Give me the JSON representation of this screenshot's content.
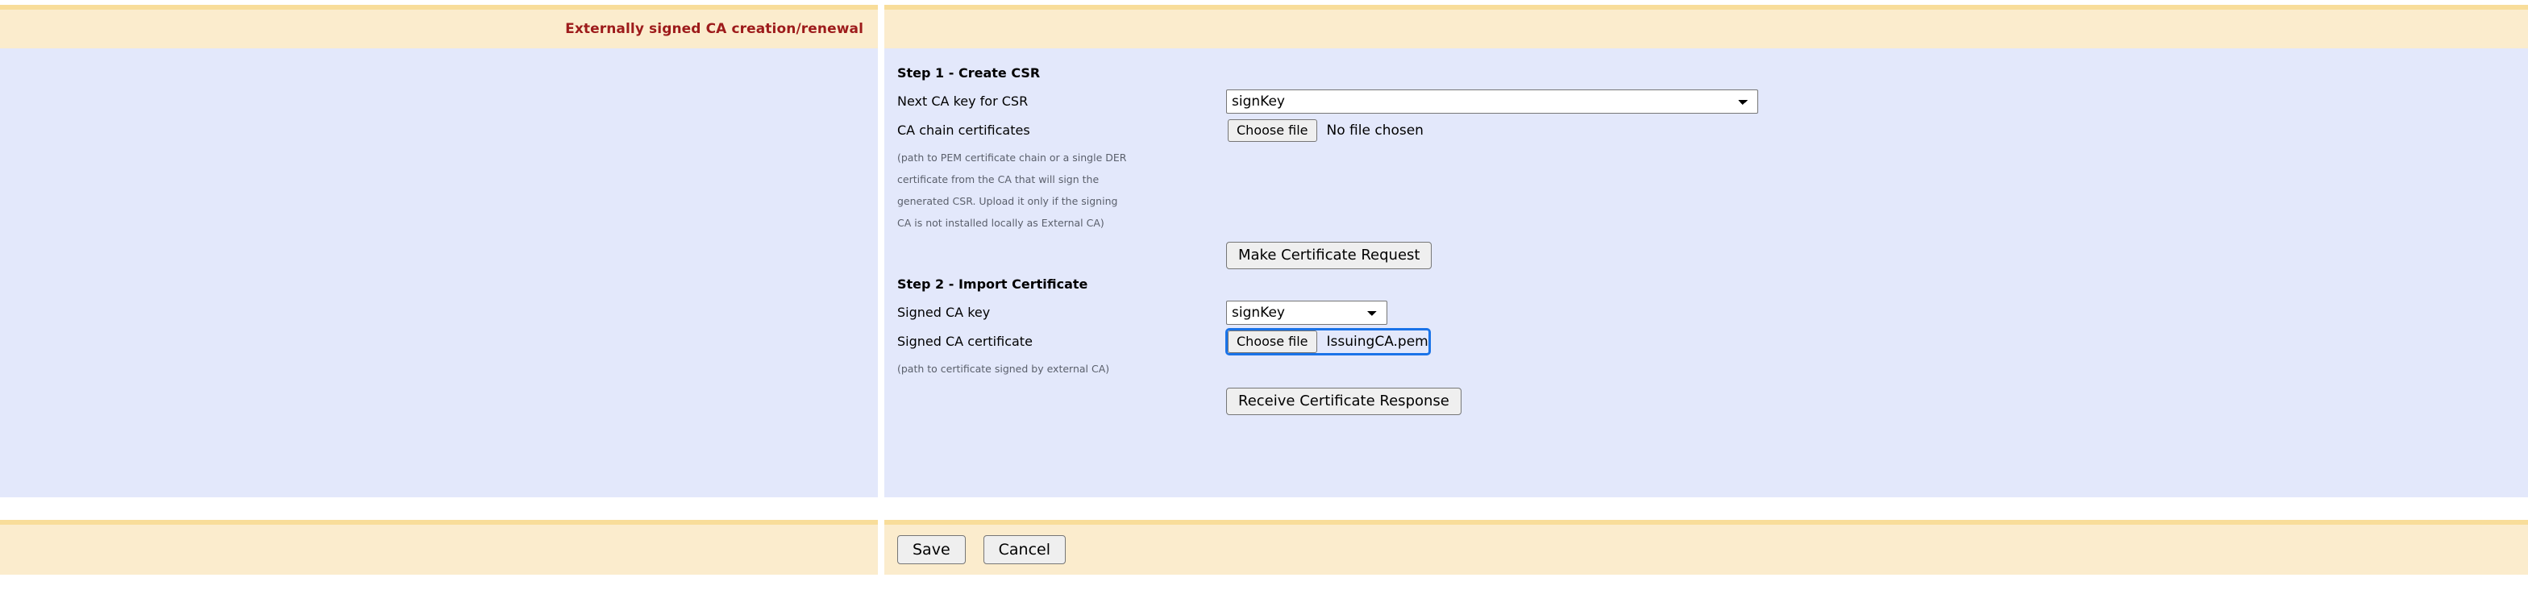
{
  "header": {
    "title": "Externally signed CA creation/renewal",
    "title_color": "#9d1b1b",
    "band_color": "#fbeccd",
    "band_border_color": "#f8dd9a"
  },
  "body": {
    "panel_color": "#e3e8fb",
    "step1": {
      "title": "Step 1 - Create CSR",
      "fields": [
        {
          "label": "Next CA key for CSR",
          "control": "select",
          "value": "signKey",
          "options": [
            "signKey"
          ]
        },
        {
          "label": "CA chain certificates",
          "control": "file",
          "button_label": "Choose file",
          "file_name": "No file chosen",
          "focused": false
        }
      ],
      "hint_lines": [
        "(path to PEM certificate chain or a single DER",
        "certificate from the CA that will sign the",
        "generated CSR. Upload it only if the signing",
        "CA is not installed locally as External CA)"
      ],
      "action_label": "Make Certificate Request"
    },
    "step2": {
      "title": "Step 2 - Import Certificate",
      "fields": [
        {
          "label": "Signed CA key",
          "control": "select",
          "value": "signKey",
          "options": [
            "signKey"
          ]
        },
        {
          "label": "Signed CA certificate",
          "control": "file",
          "button_label": "Choose file",
          "file_name": "IssuingCA.pem",
          "focused": true
        }
      ],
      "hint_lines": [
        "(path to certificate signed by external CA)"
      ],
      "action_label": "Receive Certificate Response"
    }
  },
  "footer": {
    "save_label": "Save",
    "cancel_label": "Cancel"
  }
}
